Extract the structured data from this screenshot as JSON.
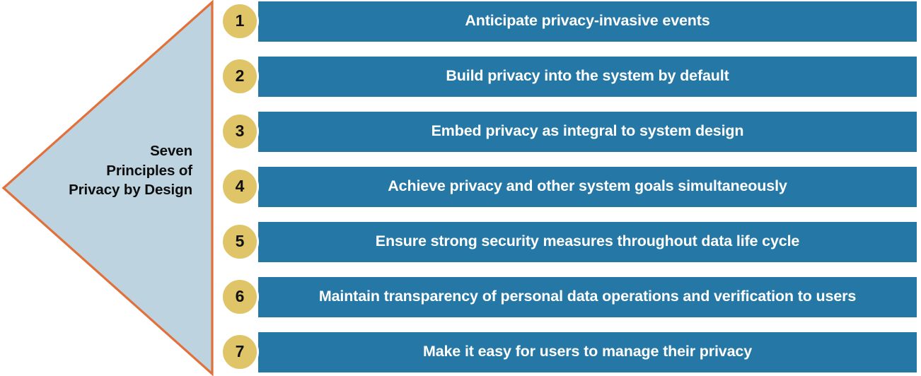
{
  "diagram": {
    "type": "left-pointing-arrow-with-numbered-bars",
    "title_text": "Seven\nPrinciples of\nPrivacy by Design",
    "title_lines": [
      "Seven",
      "Principles of",
      "Privacy by Design"
    ],
    "colors": {
      "triangle_fill": "#bdd3e0",
      "triangle_border": "#e2703a",
      "bar_fill": "#2578a5",
      "badge_fill": "#e0c568",
      "badge_ring": "#ffffff",
      "bar_text": "#ffffff",
      "title_text": "#0d0d0d",
      "badge_text": "#111111",
      "background": "#ffffff"
    },
    "principles": [
      {
        "number": "1",
        "label": "Anticipate privacy-invasive events"
      },
      {
        "number": "2",
        "label": "Build privacy into the system by default"
      },
      {
        "number": "3",
        "label": "Embed privacy as integral to system design"
      },
      {
        "number": "4",
        "label": "Achieve privacy and other system goals simultaneously"
      },
      {
        "number": "5",
        "label": "Ensure strong security measures throughout data life cycle"
      },
      {
        "number": "6",
        "label": "Maintain transparency of personal data operations and verification to users"
      },
      {
        "number": "7",
        "label": "Make it easy for users to manage their privacy"
      }
    ]
  }
}
